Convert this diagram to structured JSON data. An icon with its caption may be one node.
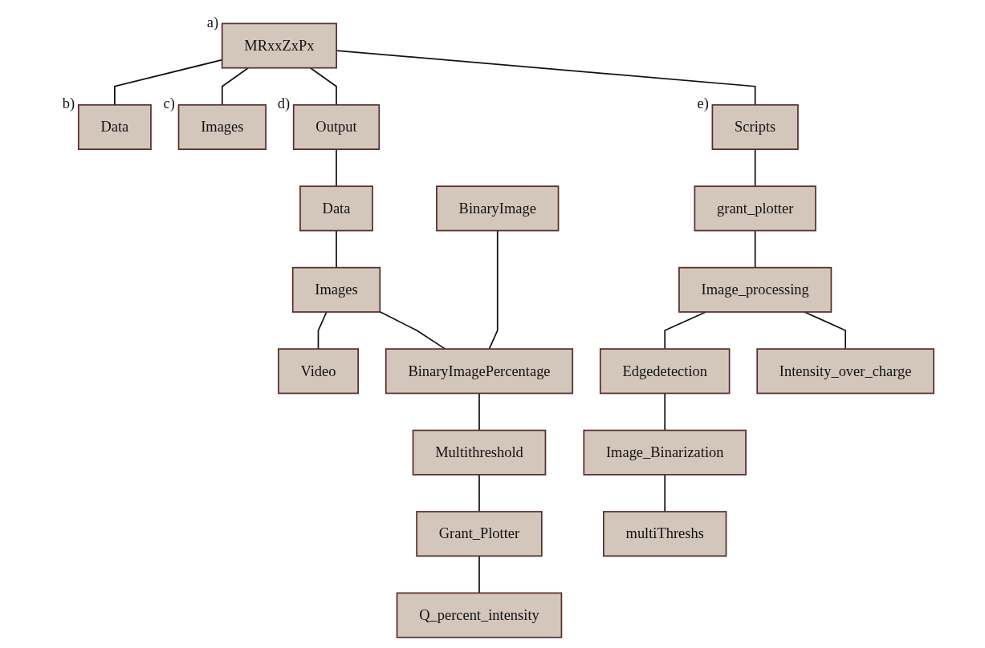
{
  "diagram": {
    "nodes": [
      {
        "text": [
          "MRxxZxPx"
        ],
        "beside": [
          "a)"
        ]
      },
      {
        "text": [
          "Data"
        ],
        "beside": [
          "b)"
        ]
      },
      {
        "text": [
          "Images"
        ],
        "beside": [
          "c)"
        ]
      },
      {
        "text": [
          "Output"
        ],
        "beside": [
          "d)"
        ]
      },
      {
        "text": [
          "Scripts"
        ],
        "beside": [
          "e)"
        ]
      },
      {
        "text": [
          "Data"
        ]
      },
      {
        "text": [
          "BinaryImage"
        ]
      },
      {
        "text": [
          "grant_plotter"
        ]
      },
      {
        "text": [
          "Images"
        ]
      },
      {
        "text": [
          "BinaryImagePercentage"
        ]
      },
      {
        "text": [
          "Image_processing"
        ]
      },
      {
        "text": [
          "Edgedetection"
        ]
      },
      {
        "text": [
          "Video"
        ]
      },
      {
        "text": [
          "Multithreshold"
        ]
      },
      {
        "text": [
          "Intensity_over_charge"
        ]
      },
      {
        "text": [
          "Image_Binarization"
        ]
      },
      {
        "text": [
          "Grant_Plotter"
        ]
      },
      {
        "text": [
          "multiThreshs"
        ]
      },
      {
        "text": [
          "Q_percent_intensity"
        ]
      }
    ],
    "edges": [
      {
        "from": 0,
        "to": 1,
        "arrow": "none"
      },
      {
        "from": 0,
        "to": 2,
        "arrow": "none"
      },
      {
        "from": 0,
        "to": 3,
        "arrow": "none"
      },
      {
        "from": 0,
        "to": 4,
        "arrow": "none"
      },
      {
        "from": 3,
        "to": 5,
        "arrow": "none"
      },
      {
        "from": 5,
        "to": 8,
        "arrow": "none"
      },
      {
        "from": 8,
        "to": 12,
        "arrow": "none"
      },
      {
        "from": 8,
        "to": 9,
        "arrow": "none"
      },
      {
        "from": 6,
        "to": 9,
        "arrow": "none"
      },
      {
        "from": 9,
        "to": 13,
        "arrow": "none"
      },
      {
        "from": 13,
        "to": 16,
        "arrow": "none"
      },
      {
        "from": 16,
        "to": 18,
        "arrow": "none"
      },
      {
        "from": 4,
        "to": 7,
        "arrow": "none"
      },
      {
        "from": 7,
        "to": 10,
        "arrow": "none"
      },
      {
        "from": 10,
        "to": 11,
        "arrow": "none"
      },
      {
        "from": 10,
        "to": 14,
        "arrow": "none"
      },
      {
        "from": 11,
        "to": 15,
        "arrow": "none"
      },
      {
        "from": 15,
        "to": 17,
        "arrow": "none"
      }
    ]
  }
}
